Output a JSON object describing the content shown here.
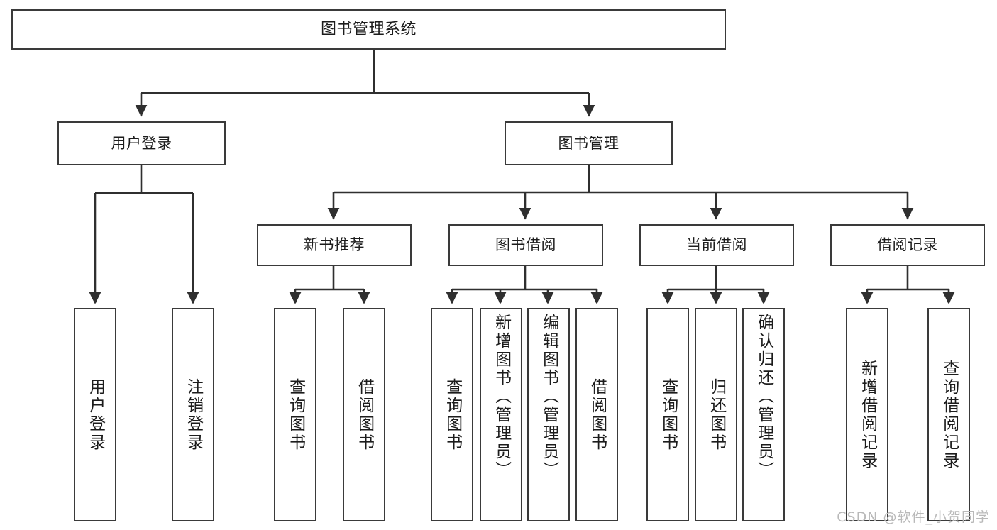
{
  "diagram": {
    "title": "图书管理系统",
    "type": "tree",
    "root": {
      "id": "root",
      "label": "图书管理系统"
    },
    "level2": [
      {
        "id": "login",
        "label": "用户登录"
      },
      {
        "id": "bookmgr",
        "label": "图书管理"
      }
    ],
    "level3": [
      {
        "id": "newbook",
        "label": "新书推荐",
        "parent": "bookmgr"
      },
      {
        "id": "borrow",
        "label": "图书借阅",
        "parent": "bookmgr"
      },
      {
        "id": "current",
        "label": "当前借阅",
        "parent": "bookmgr"
      },
      {
        "id": "record",
        "label": "借阅记录",
        "parent": "bookmgr"
      }
    ],
    "leaves": [
      {
        "id": "leaf-login-1",
        "label": "用户登录",
        "parent": "login"
      },
      {
        "id": "leaf-login-2",
        "label": "注销登录",
        "parent": "login"
      },
      {
        "id": "leaf-newbook-1",
        "label": "查询图书",
        "parent": "newbook"
      },
      {
        "id": "leaf-newbook-2",
        "label": "借阅图书",
        "parent": "newbook"
      },
      {
        "id": "leaf-borrow-1",
        "label": "查询图书",
        "parent": "borrow"
      },
      {
        "id": "leaf-borrow-2",
        "label": "新增图书（管理员）",
        "parent": "borrow"
      },
      {
        "id": "leaf-borrow-3",
        "label": "编辑图书（管理员）",
        "parent": "borrow"
      },
      {
        "id": "leaf-borrow-4",
        "label": "借阅图书",
        "parent": "borrow"
      },
      {
        "id": "leaf-current-1",
        "label": "查询图书",
        "parent": "current"
      },
      {
        "id": "leaf-current-2",
        "label": "归还图书",
        "parent": "current"
      },
      {
        "id": "leaf-current-3",
        "label": "确认归还（管理员）",
        "parent": "current"
      },
      {
        "id": "leaf-record-1",
        "label": "新增借阅记录",
        "parent": "record"
      },
      {
        "id": "leaf-record-2",
        "label": "查询借阅记录",
        "parent": "record"
      }
    ],
    "watermark": "CSDN @软件_小贺同学",
    "colors": {
      "background": "#ffffff",
      "box_border": "#3a3a3a",
      "box_fill": "#ffffff",
      "connector": "#2f2f2f",
      "text": "#1c1c1c",
      "watermark": "#b9b9b9"
    }
  }
}
